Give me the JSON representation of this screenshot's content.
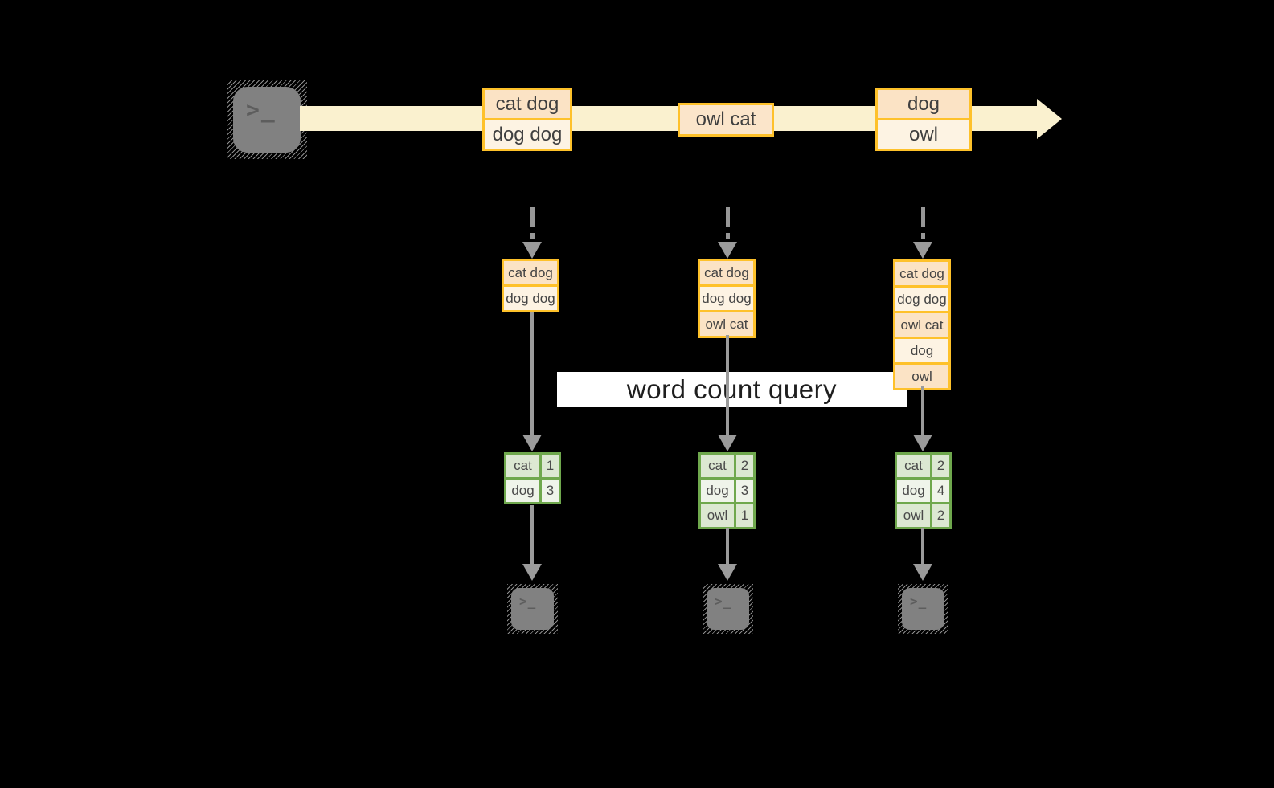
{
  "diagram": {
    "banner_label": "word count query",
    "terminal_glyph": ">_",
    "colors": {
      "background": "#000000",
      "band": "#FAF1CF",
      "event_border": "#FEC12A",
      "event_fill_peach": "#FBE3C5",
      "event_fill_cream": "#FDF3E3",
      "table_border": "#6FA84D",
      "table_fill_dark": "#DCE8D2",
      "table_fill_light": "#EFF4EA",
      "arrow_gray": "#9B9B9B",
      "terminal_gray": "#818181"
    }
  },
  "timeline": {
    "events": [
      {
        "rows": [
          "cat dog",
          "dog dog"
        ]
      },
      {
        "rows": [
          "owl cat"
        ]
      },
      {
        "rows": [
          "dog",
          "owl"
        ]
      }
    ]
  },
  "columns": [
    {
      "stack": [
        "cat dog",
        "dog dog"
      ],
      "table": [
        {
          "word": "cat",
          "count": "1"
        },
        {
          "word": "dog",
          "count": "3"
        }
      ]
    },
    {
      "stack": [
        "cat dog",
        "dog dog",
        "owl cat"
      ],
      "table": [
        {
          "word": "cat",
          "count": "2"
        },
        {
          "word": "dog",
          "count": "3"
        },
        {
          "word": "owl",
          "count": "1"
        }
      ]
    },
    {
      "stack": [
        "cat dog",
        "dog dog",
        "owl cat",
        "dog",
        "owl"
      ],
      "table": [
        {
          "word": "cat",
          "count": "2"
        },
        {
          "word": "dog",
          "count": "4"
        },
        {
          "word": "owl",
          "count": "2"
        }
      ]
    }
  ]
}
